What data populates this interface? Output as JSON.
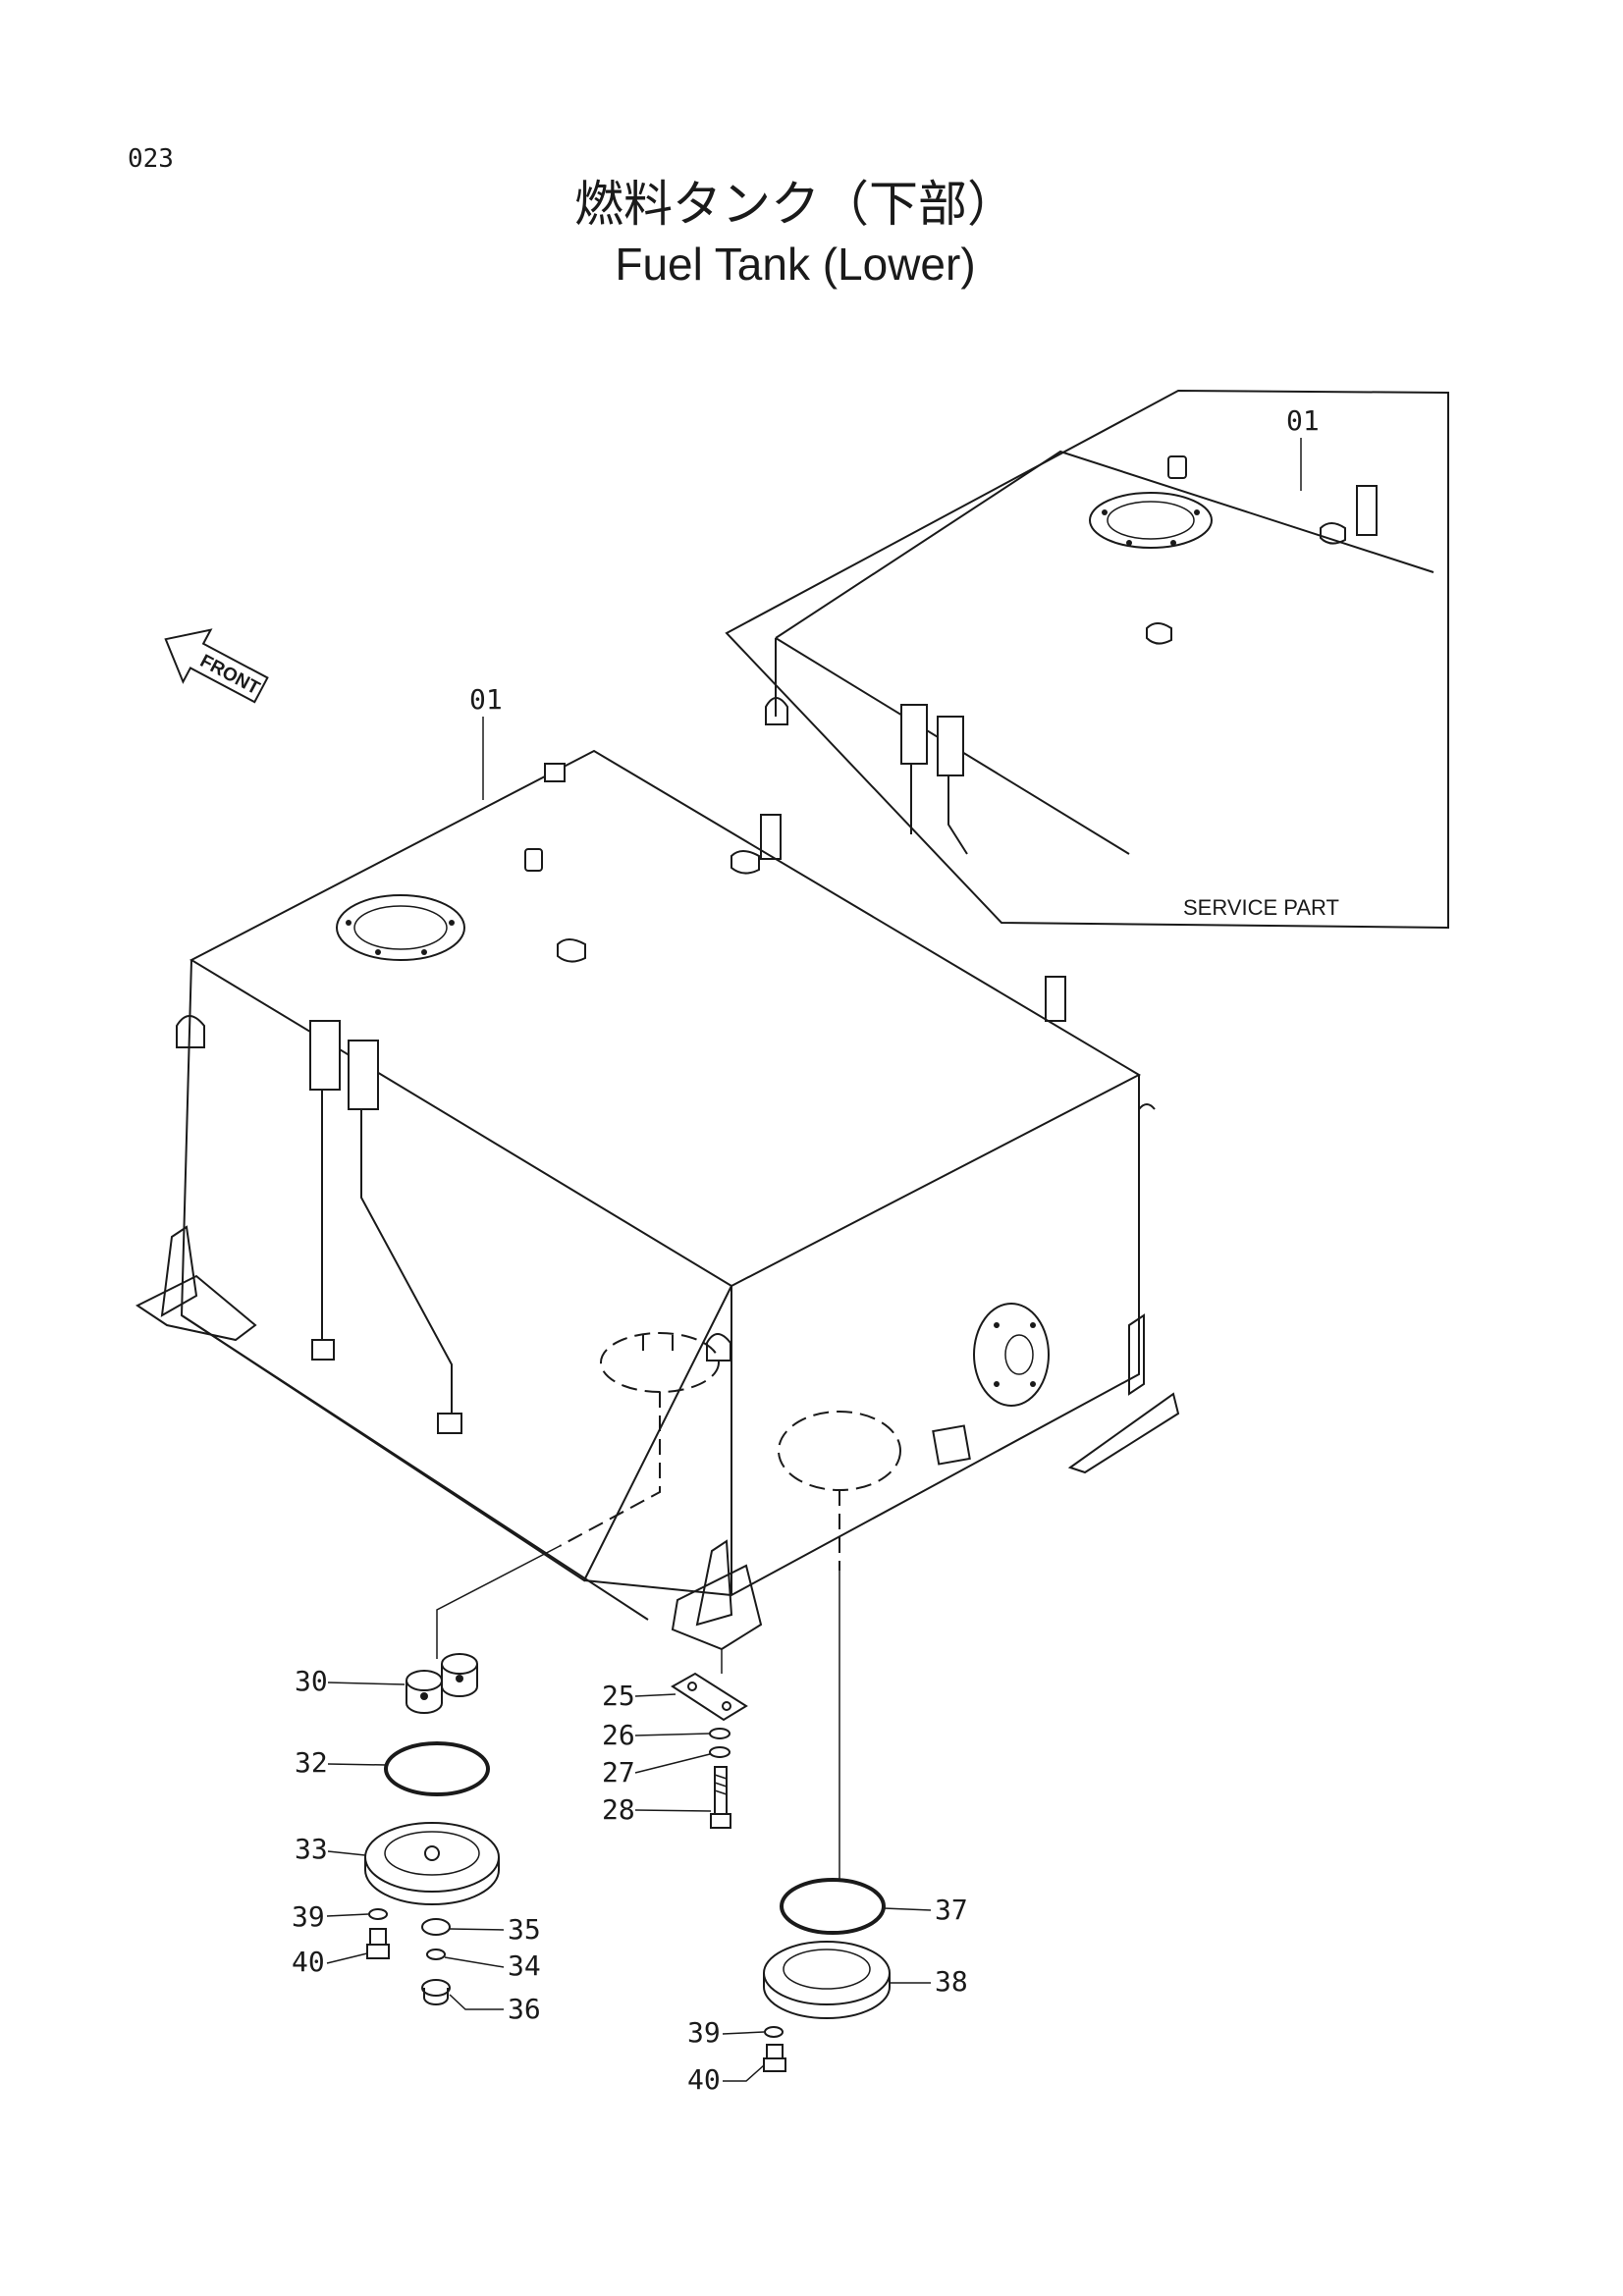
{
  "page_number": "023",
  "title_ja": "燃料タンク（下部）",
  "title_en": "Fuel Tank (Lower)",
  "front_label": "FRONT",
  "service_part_label": "SERVICE PART",
  "callouts": {
    "tank_main": "01",
    "tank_service": "01",
    "p25": "25",
    "p26": "26",
    "p27": "27",
    "p28": "28",
    "p30": "30",
    "p32": "32",
    "p33": "33",
    "p34": "34",
    "p35": "35",
    "p36": "36",
    "p37": "37",
    "p38": "38",
    "p39a": "39",
    "p40a": "40",
    "p39b": "39",
    "p40b": "40"
  }
}
